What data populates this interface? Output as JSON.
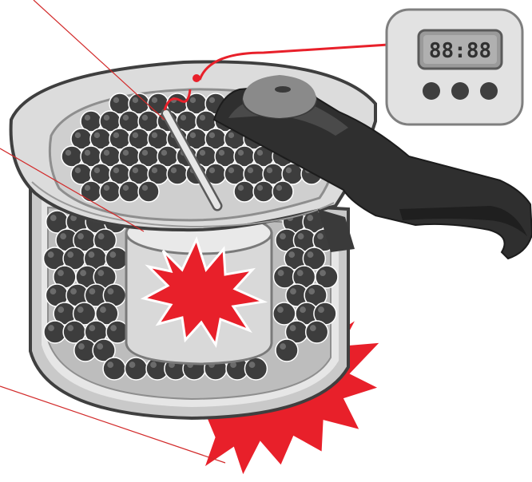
{
  "timer": {
    "display": "88:88",
    "button_count": 3
  },
  "pellet_count": "many",
  "colors": {
    "pot_outline": "#3f3f3f",
    "pot_light": "#e4e4e4",
    "pot_mid": "#c9c9c9",
    "pot_dark": "#8e8e8e",
    "pellet": "#3d3d3d",
    "pellet_highlight": "#6b6b6b",
    "handle": "#2f2f2f",
    "lid_knob": "#808080",
    "timer_body": "#e2e2e2",
    "timer_screen": "#9a9a9a",
    "explosion": "#e8202a",
    "wire": "#e8202a",
    "callout_line": "#d22a2a"
  }
}
